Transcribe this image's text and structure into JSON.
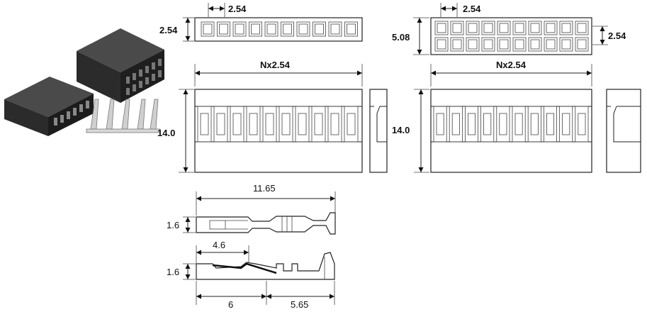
{
  "labels": {
    "single_pitch": "2.54",
    "single_height": "2.54",
    "single_length": "Nx2.54",
    "single_body_height": "14.0",
    "double_pitch": "2.54",
    "double_height": "5.08",
    "double_row_pitch": "2.54",
    "double_length": "Nx2.54",
    "double_body_height": "14.0",
    "terminal_length": "11.65",
    "terminal_top_height": "1.6",
    "terminal_side_height": "1.6",
    "terminal_contact_length": "4.6",
    "terminal_front_length": "6",
    "terminal_crimp_length": "5.65"
  },
  "colors": {
    "line": "#222222",
    "housing": "#2e2e2e",
    "terminal": "#c8c8c8"
  }
}
